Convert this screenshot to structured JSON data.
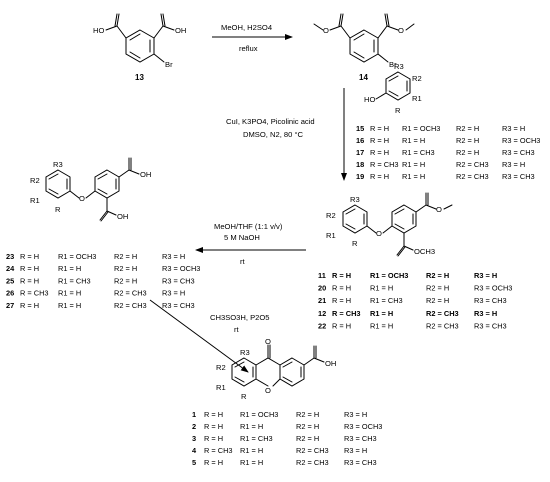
{
  "reactions": [
    {
      "id": "step1",
      "above": "MeOH, H2SO4",
      "below": "reflux"
    },
    {
      "id": "step2",
      "lines": [
        "CuI, K3PO4, Picolinic acid",
        "DMSO, N2, 80 °C"
      ]
    },
    {
      "id": "step3",
      "above": [
        "MeOH/THF (1:1 v/v)",
        "5 M NaOH"
      ],
      "below": "rt"
    },
    {
      "id": "step4",
      "above": "CH3SO3H, P2O5",
      "below": "rt"
    }
  ],
  "compounds": {
    "c13": "13",
    "c14": "14"
  },
  "atom_labels": {
    "ho": "HO",
    "oh": "OH",
    "br": "Br",
    "o": "O",
    "och3": "OCH3",
    "r": "R",
    "r1": "R1",
    "r2": "R2",
    "r3": "R3"
  },
  "tables": {
    "phenols": [
      {
        "num": "15",
        "R": "R = H",
        "R1": "R1 = OCH3",
        "R2": "R2 = H",
        "R3": "R3 = H"
      },
      {
        "num": "16",
        "R": "R = H",
        "R1": "R1 = H",
        "R2": "R2 = H",
        "R3": "R3 = OCH3"
      },
      {
        "num": "17",
        "R": "R = H",
        "R1": "R1 = CH3",
        "R2": "R2 = H",
        "R3": "R3 = CH3"
      },
      {
        "num": "18",
        "R": "R = CH3",
        "R1": "R1 = H",
        "R2": "R2 = CH3",
        "R3": "R3 = H"
      },
      {
        "num": "19",
        "R": "R = H",
        "R1": "R1 = H",
        "R2": "R2 = CH3",
        "R3": "R3 = CH3"
      }
    ],
    "diesters": [
      {
        "num": "11",
        "bold": true,
        "R": "R = H",
        "R1": "R1 = OCH3",
        "R2": "R2 = H",
        "R3": "R3 = H"
      },
      {
        "num": "20",
        "bold": false,
        "R": "R = H",
        "R1": "R1 = H",
        "R2": "R2 = H",
        "R3": "R3 = OCH3"
      },
      {
        "num": "21",
        "bold": false,
        "R": "R = H",
        "R1": "R1 = CH3",
        "R2": "R2 = H",
        "R3": "R3 = CH3"
      },
      {
        "num": "12",
        "bold": true,
        "R": "R = CH3",
        "R1": "R1 = H",
        "R2": "R2 = CH3",
        "R3": "R3 = H"
      },
      {
        "num": "22",
        "bold": false,
        "R": "R = H",
        "R1": "R1 = H",
        "R2": "R2 = CH3",
        "R3": "R3 = CH3"
      }
    ],
    "diacids": [
      {
        "num": "23",
        "R": "R = H",
        "R1": "R1 = OCH3",
        "R2": "R2 = H",
        "R3": "R3 = H"
      },
      {
        "num": "24",
        "R": "R = H",
        "R1": "R1 = H",
        "R2": "R2 = H",
        "R3": "R3 = OCH3"
      },
      {
        "num": "25",
        "R": "R = H",
        "R1": "R1 = CH3",
        "R2": "R2 = H",
        "R3": "R3 = CH3"
      },
      {
        "num": "26",
        "R": "R = CH3",
        "R1": "R1 = H",
        "R2": "R2 = CH3",
        "R3": "R3 = H"
      },
      {
        "num": "27",
        "R": "R = H",
        "R1": "R1 = H",
        "R2": "R2 = CH3",
        "R3": "R3 = CH3"
      }
    ],
    "xanthones": [
      {
        "num": "1",
        "R": "R = H",
        "R1": "R1 = OCH3",
        "R2": "R2 = H",
        "R3": "R3 = H"
      },
      {
        "num": "2",
        "R": "R = H",
        "R1": "R1 = H",
        "R2": "R2 = H",
        "R3": "R3 = OCH3"
      },
      {
        "num": "3",
        "R": "R = H",
        "R1": "R1 = CH3",
        "R2": "R2 = H",
        "R3": "R3 = CH3"
      },
      {
        "num": "4",
        "R": "R = CH3",
        "R1": "R1 = H",
        "R2": "R2 = CH3",
        "R3": "R3 = H"
      },
      {
        "num": "5",
        "R": "R = H",
        "R1": "R1 = H",
        "R2": "R2 = CH3",
        "R3": "R3 = CH3"
      }
    ]
  }
}
